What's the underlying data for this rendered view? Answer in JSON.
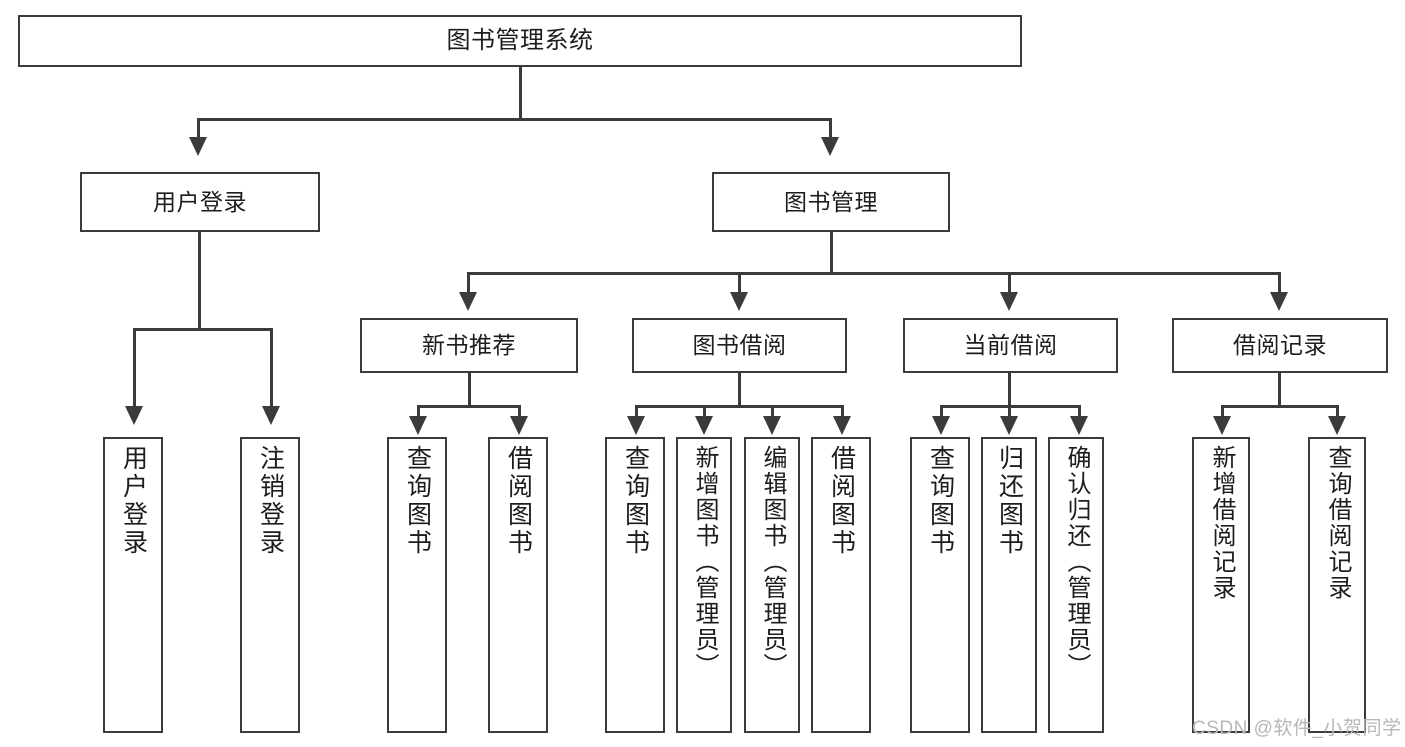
{
  "diagram": {
    "title": "图书管理系统",
    "type": "tree-hierarchy-diagram",
    "background_color": "#ffffff",
    "line_color": "#3b3b3b",
    "text_color": "#1d1d1d"
  },
  "root": {
    "label": "图书管理系统"
  },
  "level2": [
    {
      "label": "用户登录"
    },
    {
      "label": "图书管理"
    }
  ],
  "level3": [
    {
      "label": "新书推荐"
    },
    {
      "label": "图书借阅"
    },
    {
      "label": "当前借阅"
    },
    {
      "label": "借阅记录"
    }
  ],
  "leaves": {
    "user_login": [
      {
        "label": "用户登录"
      },
      {
        "label": "注销登录"
      }
    ],
    "new_book_recommend": [
      {
        "label": "查询图书"
      },
      {
        "label": "借阅图书"
      }
    ],
    "book_borrow": [
      {
        "label": "查询图书"
      },
      {
        "label": "新增图书（管理员）"
      },
      {
        "label": "编辑图书（管理员）"
      },
      {
        "label": "借阅图书"
      }
    ],
    "current_borrow": [
      {
        "label": "查询图书"
      },
      {
        "label": "归还图书"
      },
      {
        "label": "确认归还（管理员）"
      }
    ],
    "borrow_record": [
      {
        "label": "新增借阅记录"
      },
      {
        "label": "查询借阅记录"
      }
    ]
  },
  "watermark": {
    "text": "CSDN @软件_小贺同学",
    "color": "#b7b7b7"
  }
}
